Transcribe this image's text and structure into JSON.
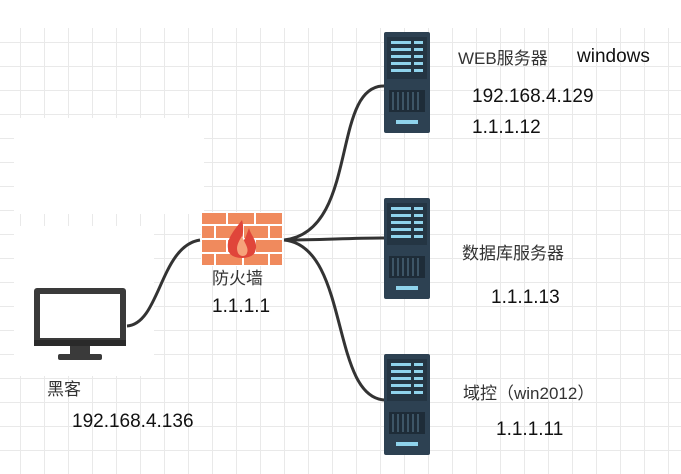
{
  "nodes": {
    "hacker": {
      "name": "黑客",
      "ip": "192.168.4.136"
    },
    "firewall": {
      "name": "防火墙",
      "ip": "1.1.1.1"
    },
    "web_server": {
      "name": "WEB服务器",
      "os": "windows",
      "ip_internal": "192.168.4.129",
      "ip": "1.1.1.12"
    },
    "db_server": {
      "name": "数据库服务器",
      "ip": "1.1.1.13"
    },
    "dc_server": {
      "name": "域控（win2012）",
      "ip": "1.1.1.11"
    }
  },
  "icons": {
    "hacker": "desktop-computer-icon",
    "firewall": "firewall-icon",
    "servers": "server-tower-icon"
  },
  "colors": {
    "link": "#333333",
    "server_body": "#2d4152",
    "server_accent": "#8fd3ec",
    "firewall_brick": "#f08a5d",
    "firewall_flame": "#e0453a"
  }
}
